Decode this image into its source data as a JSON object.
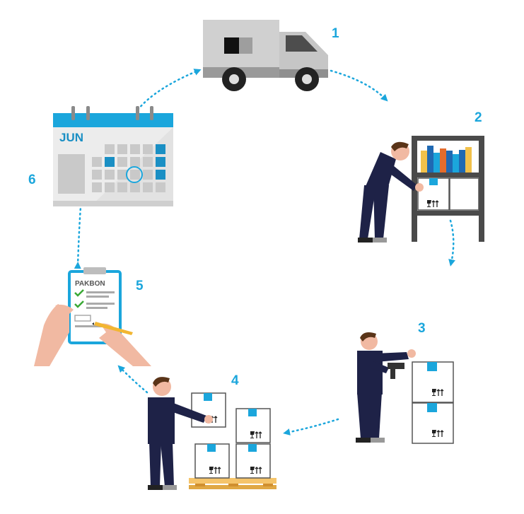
{
  "colors": {
    "accent": "#1ba6dc",
    "truck_body": "#c8c8c8",
    "uniform": "#1e2247",
    "shelf": "#4a4a4a",
    "pallet": "#f5c46a",
    "skin": "#f1b9a2"
  },
  "steps": [
    {
      "number": "1",
      "icon": "truck-icon"
    },
    {
      "number": "2",
      "icon": "warehouse-shelf-picking-icon"
    },
    {
      "number": "3",
      "icon": "barcode-scanning-icon"
    },
    {
      "number": "4",
      "icon": "pallet-loading-icon"
    },
    {
      "number": "5",
      "icon": "packing-slip-signing-icon"
    },
    {
      "number": "6",
      "icon": "calendar-icon"
    }
  ],
  "calendar": {
    "month": "JUN"
  },
  "clipboard": {
    "title": "PAKBON"
  }
}
